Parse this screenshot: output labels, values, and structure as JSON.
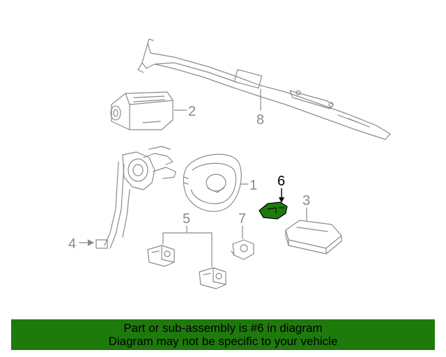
{
  "callouts": {
    "c1": "1",
    "c2": "2",
    "c3": "3",
    "c4": "4",
    "c5": "5",
    "c6": "6",
    "c7": "7",
    "c8": "8"
  },
  "highlighted_part": "6",
  "colors": {
    "banner_background": "#1f7a0c",
    "highlight_part_fill": "#1f7a0c",
    "line_art": "#8a8a8a",
    "highlight_label": "#000000"
  },
  "banner": {
    "line1": "Part or sub-assembly is #6 in diagram",
    "line2": "Diagram may not be specific to your vehicle"
  }
}
